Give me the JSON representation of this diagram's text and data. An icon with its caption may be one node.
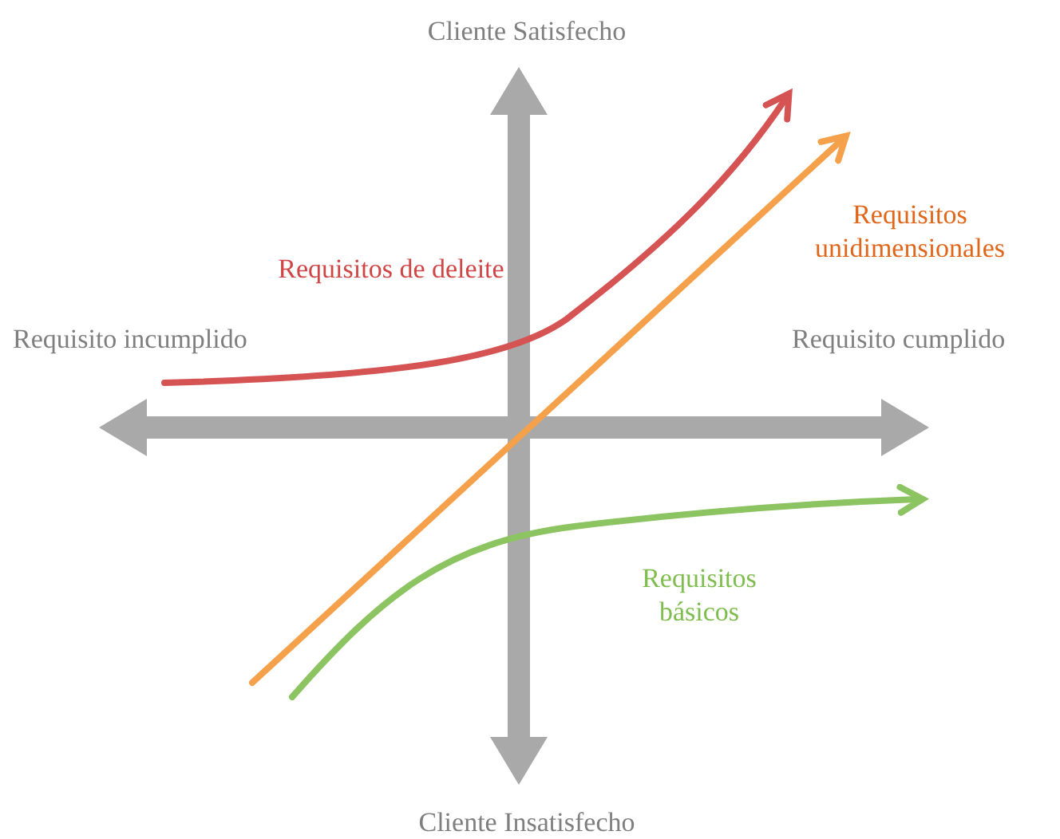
{
  "diagram": {
    "labels": [
      "Cliente Satisfecho",
      "Requisitos unidimensionales",
      "Requisitos de deleite",
      "Requisito incumplido",
      "Requisito cumplido",
      "Requisitos básicos",
      "Cliente Insatisfecho"
    ]
  }
}
